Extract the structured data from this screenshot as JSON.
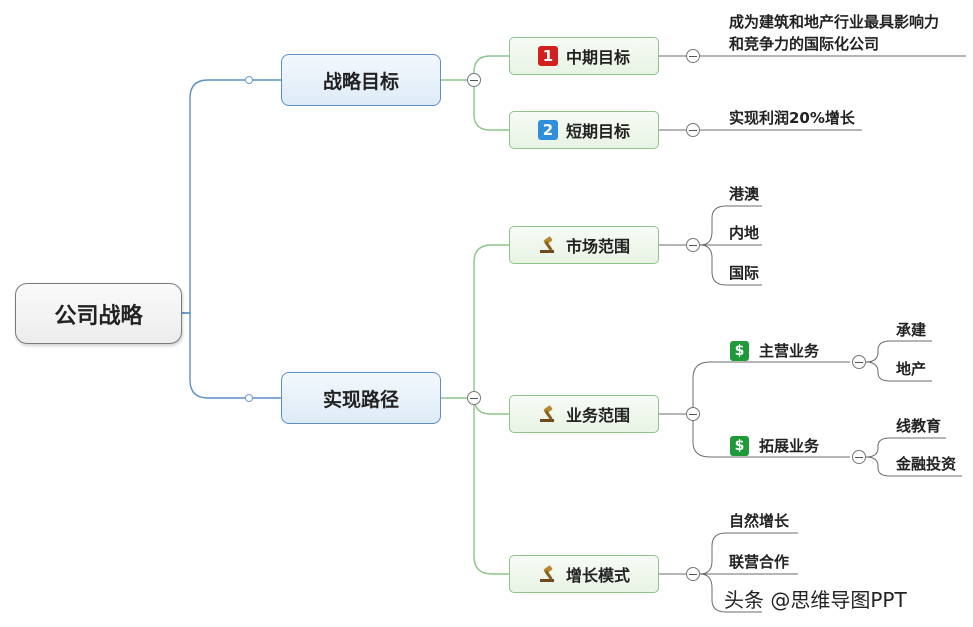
{
  "root": {
    "label": "公司战略"
  },
  "branches": [
    {
      "label": "战略目标",
      "children": [
        {
          "label": "中期目标",
          "icon": "number-1-icon",
          "icon_text": "1",
          "leaves": [
            "成为建筑和地产行业最具影响力",
            "和竞争力的国际化公司"
          ]
        },
        {
          "label": "短期目标",
          "icon": "number-2-icon",
          "icon_text": "2",
          "leaves": [
            "实现利润20%增长"
          ]
        }
      ]
    },
    {
      "label": "实现路径",
      "children": [
        {
          "label": "市场范围",
          "icon": "gavel-icon",
          "leaves": [
            "港澳",
            "内地",
            "国际"
          ]
        },
        {
          "label": "业务范围",
          "icon": "gavel-icon",
          "subgroups": [
            {
              "label": "主营业务",
              "icon": "dollar-icon",
              "icon_text": "$",
              "leaves": [
                "承建",
                "地产"
              ]
            },
            {
              "label": "拓展业务",
              "icon": "dollar-icon",
              "icon_text": "$",
              "leaves": [
                "线教育",
                "金融投资"
              ]
            }
          ]
        },
        {
          "label": "增长模式",
          "icon": "gavel-icon",
          "leaves": [
            "自然增长",
            "联营合作",
            "头条"
          ]
        }
      ]
    }
  ],
  "watermark": "头条 @思维导图PPT",
  "colors": {
    "level1_line": "#5b8fc7",
    "level2_line": "#8cc48a",
    "leaf_line": "#6b6b6b"
  }
}
